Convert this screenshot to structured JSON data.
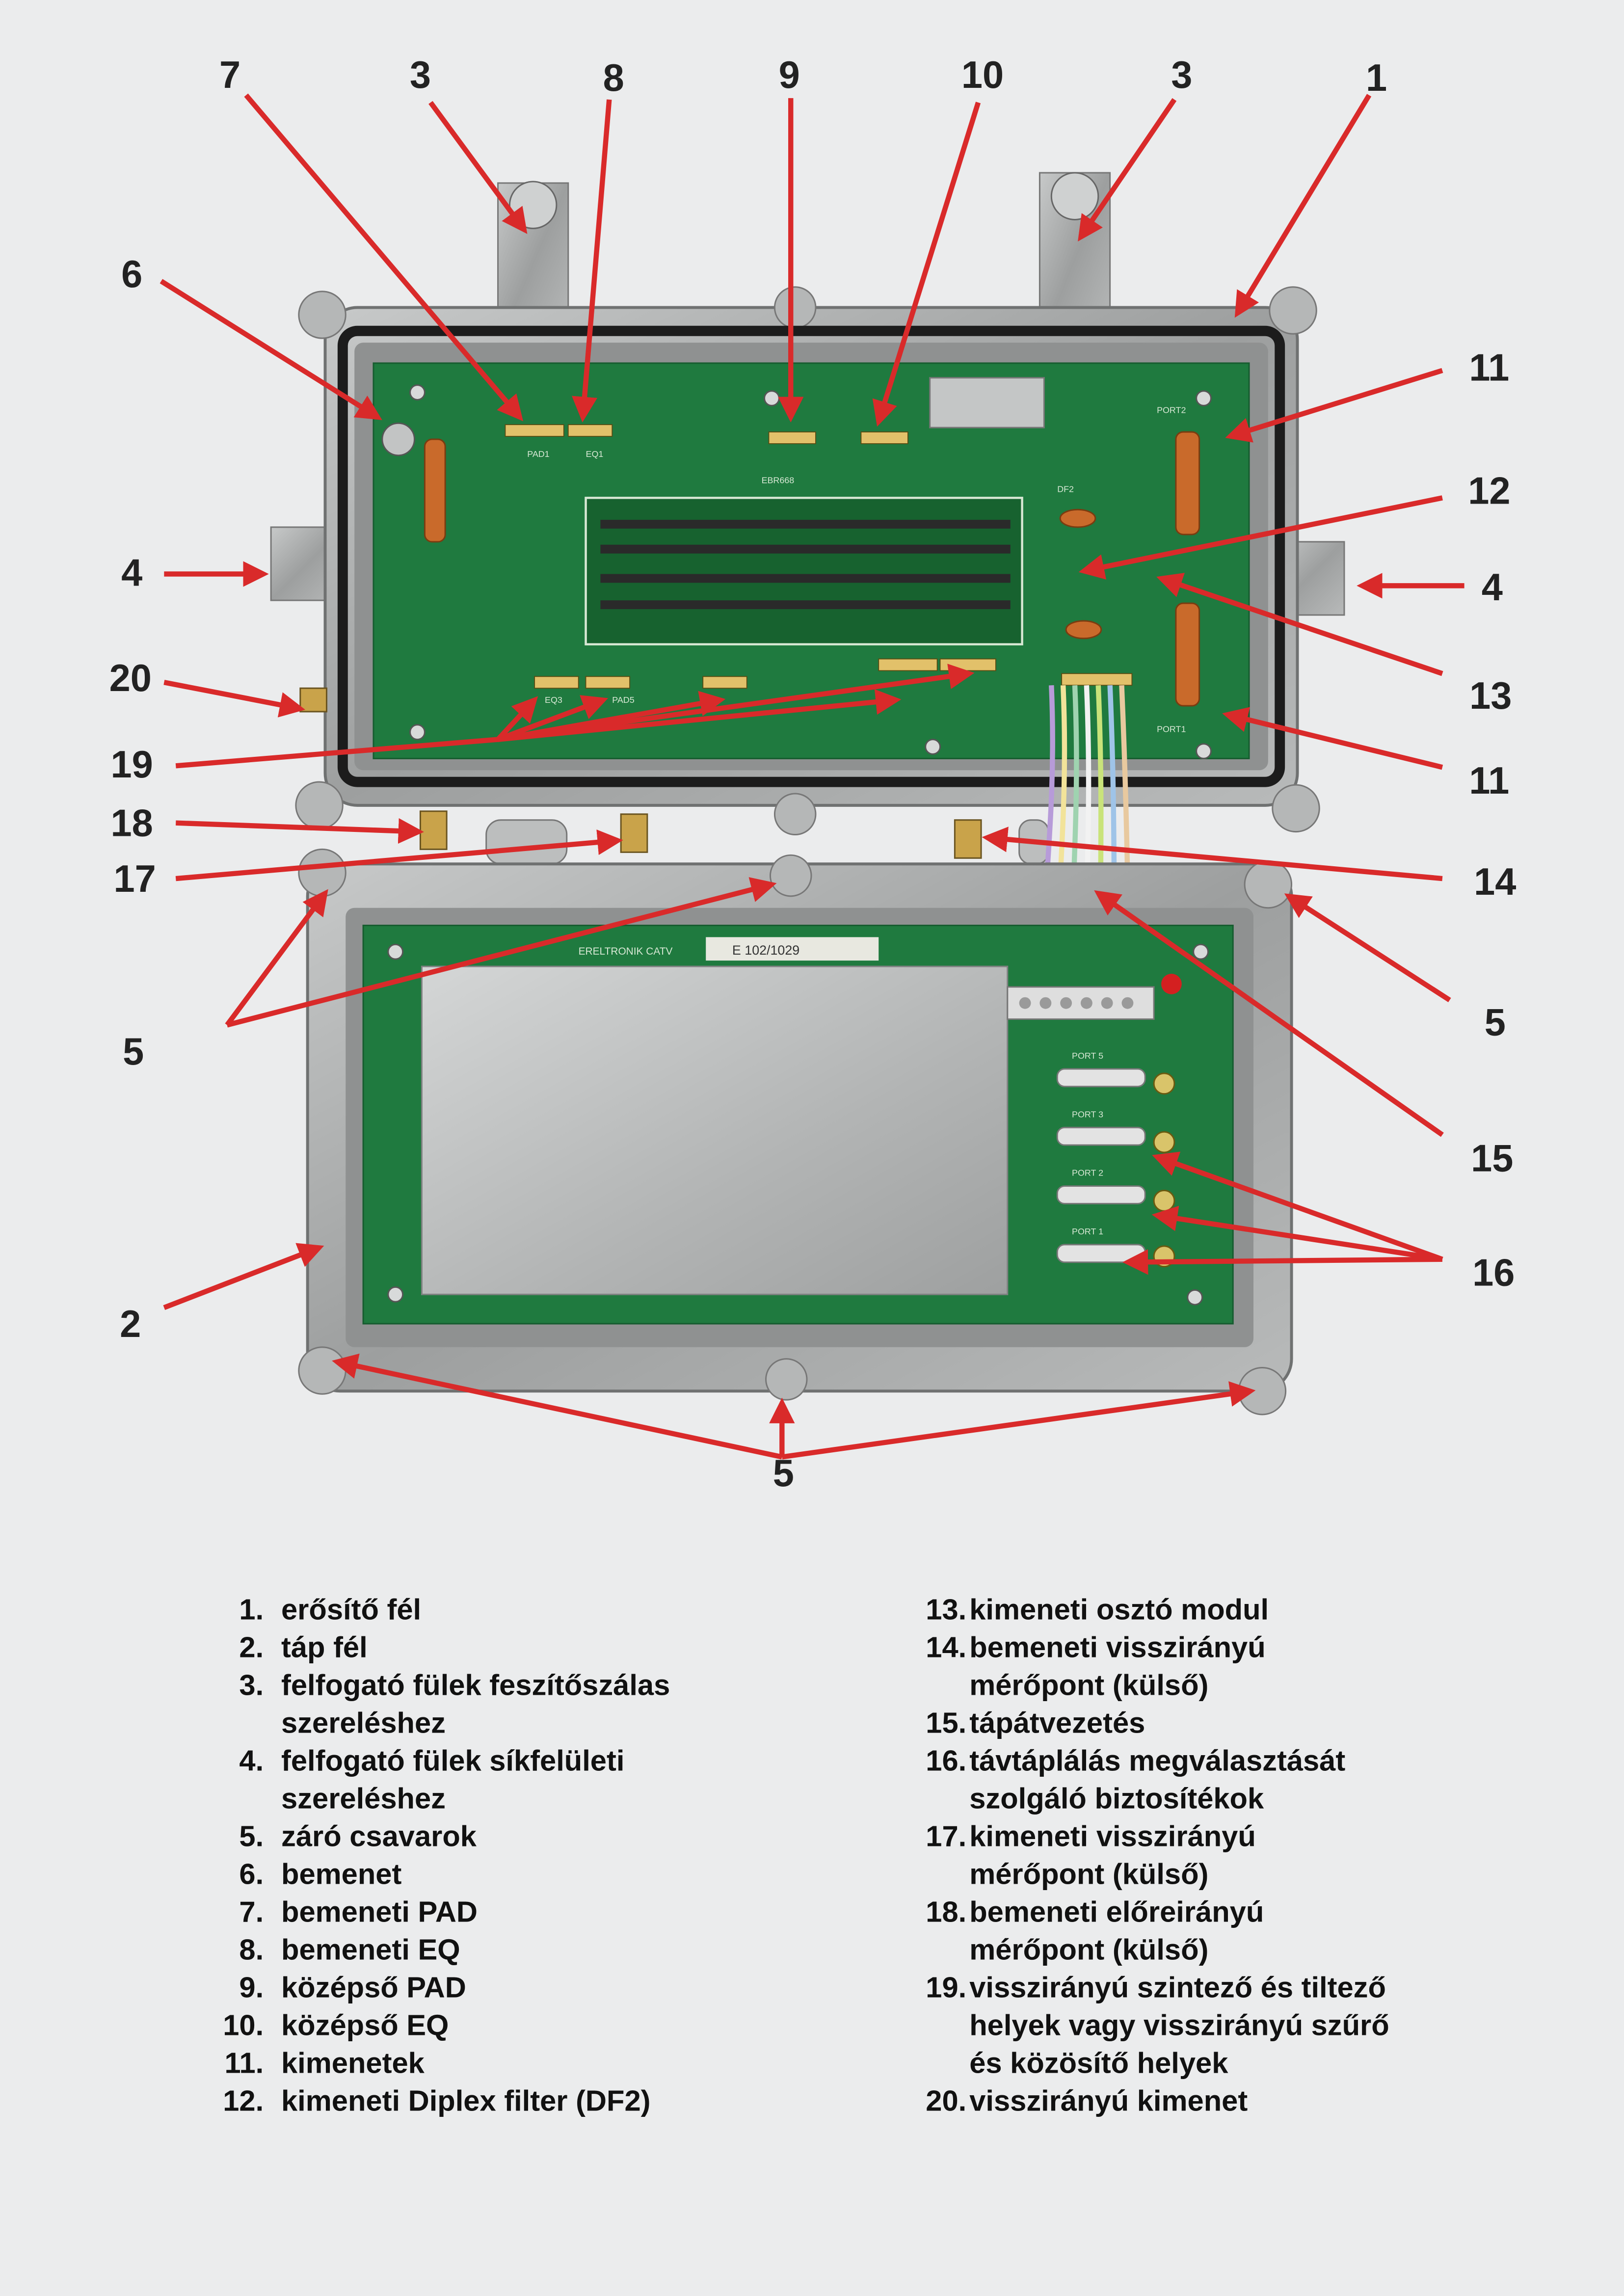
{
  "callouts": {
    "c7": "7",
    "c3a": "3",
    "c8": "8",
    "c9": "9",
    "c10": "10",
    "c3b": "3",
    "c1": "1",
    "c6": "6",
    "c11a": "11",
    "c12": "12",
    "c4a": "4",
    "c4b": "4",
    "c13": "13",
    "c20": "20",
    "c19": "19",
    "c11b": "11",
    "c18": "18",
    "c17": "17",
    "c14": "14",
    "c5a": "5",
    "c5b": "5",
    "c15": "15",
    "c16": "16",
    "c2": "2",
    "c5c": "5"
  },
  "board_labels": {
    "brand": "ERELTRONIK CATV",
    "model": "EBR668",
    "serial": "E 102/1029",
    "port2_top": "PORT2",
    "port1_bottom": "PORT1",
    "pad1": "PAD1",
    "eq1": "EQ1",
    "df2": "DF2",
    "pad5": "PAD5",
    "eq3": "EQ3",
    "port5": "PORT 5",
    "port3": "PORT 3",
    "port2": "PORT 2",
    "port1": "PORT 1"
  },
  "legend_left": [
    {
      "num": "1.",
      "lines": [
        "erősítő fél"
      ]
    },
    {
      "num": "2.",
      "lines": [
        "táp fél"
      ]
    },
    {
      "num": "3.",
      "lines": [
        "felfogató fülek feszítőszálas",
        "szereléshez"
      ]
    },
    {
      "num": "4.",
      "lines": [
        "felfogató fülek síkfelületi",
        "szereléshez"
      ]
    },
    {
      "num": "5.",
      "lines": [
        "záró csavarok"
      ]
    },
    {
      "num": "6.",
      "lines": [
        "bemenet"
      ]
    },
    {
      "num": "7.",
      "lines": [
        "bemeneti PAD"
      ]
    },
    {
      "num": "8.",
      "lines": [
        "bemeneti EQ"
      ]
    },
    {
      "num": "9.",
      "lines": [
        "középső PAD"
      ]
    },
    {
      "num": "10.",
      "lines": [
        "középső EQ"
      ]
    },
    {
      "num": "11.",
      "lines": [
        "kimenetek"
      ]
    },
    {
      "num": "12.",
      "lines": [
        "kimeneti Diplex filter (DF2)"
      ]
    }
  ],
  "legend_right": [
    {
      "num": "13.",
      "lines": [
        "kimeneti osztó modul"
      ]
    },
    {
      "num": "14.",
      "lines": [
        "bemeneti visszirányú",
        "mérőpont (külső)"
      ]
    },
    {
      "num": "15.",
      "lines": [
        "tápátvezetés"
      ]
    },
    {
      "num": "16.",
      "lines": [
        "távtáplálás megválasztását",
        "szolgáló biztosítékok"
      ]
    },
    {
      "num": "17.",
      "lines": [
        "kimeneti visszirányú",
        "mérőpont (külső)"
      ]
    },
    {
      "num": "18.",
      "lines": [
        "bemeneti előreirányú",
        "mérőpont (külső)"
      ]
    },
    {
      "num": "19.",
      "lines": [
        "visszirányú szintező és tiltező",
        "helyek vagy visszirányú szűrő",
        "és közösítő helyek"
      ]
    },
    {
      "num": "20.",
      "lines": [
        "visszirányú kimenet"
      ]
    }
  ],
  "colors": {
    "background": "#ebeced",
    "arrow": "#d92a2a",
    "pcb": "#1f7a3f",
    "housing": "#a9abab",
    "shield": "#b9bbbb"
  }
}
